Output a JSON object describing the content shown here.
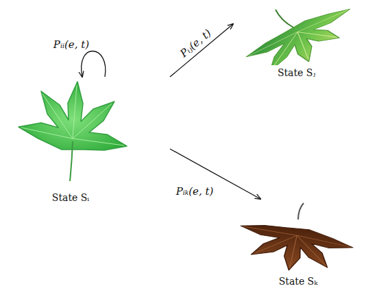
{
  "diagram": {
    "nodes": [
      {
        "text": [
          "State Sᵢ"
        ]
      },
      {
        "text": [
          "State Sⱼ"
        ]
      },
      {
        "text": [
          "State Sₖ"
        ]
      }
    ],
    "edges": [
      {
        "from": 0,
        "to": 0,
        "arrow": "to",
        "label": "Pᵢᵢ(e, t)"
      },
      {
        "from": 0,
        "to": 1,
        "arrow": "to",
        "label": "Pᵢⱼ(e, t)"
      },
      {
        "from": 0,
        "to": 2,
        "arrow": "to",
        "label": "Pᵢₖ(e, t)"
      }
    ]
  }
}
